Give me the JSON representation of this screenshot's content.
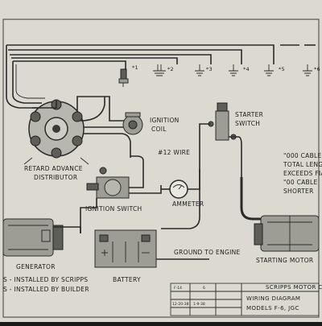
{
  "terminals": [
    "1",
    "2",
    "3",
    "4",
    "5",
    "6"
  ],
  "labels": {
    "ignition_coil": [
      "IGNITION",
      "COIL"
    ],
    "starter_switch": [
      "STARTER",
      "SWITCH"
    ],
    "wire_12": "#12 WIRE",
    "distributor": [
      "RETARD  ADVANCE",
      "DISTRIBUTOR"
    ],
    "ignition_switch": "IGNITION SWITCH",
    "ammeter": "AMMETER",
    "generator": "GENERATOR",
    "battery": "BATTERY",
    "ground": "GROUND TO ENGINE",
    "starting_motor": "STARTING MOTOR"
  },
  "cable_note": [
    "\"000 CABLE\"",
    "TOTAL LENG",
    "EXCEEDS FIA",
    "\"00 CABLE",
    "SHORTER"
  ],
  "legend": [
    "S - INSTALLED BY SCRIPPS",
    "S - INSTALLED BY BUILDER"
  ],
  "title_block": {
    "company": "SCRIPPS MOTOR CO",
    "title_line1": "WIRING DIAGRAM",
    "title_line2": "MODELS F-6, JGC",
    "cells": [
      "F-14",
      "6",
      "12-20-38",
      "1-9-38"
    ]
  },
  "colors": {
    "paper": "#dcdad0",
    "ink": "#2a2a2a",
    "border": "#1a1a18"
  }
}
